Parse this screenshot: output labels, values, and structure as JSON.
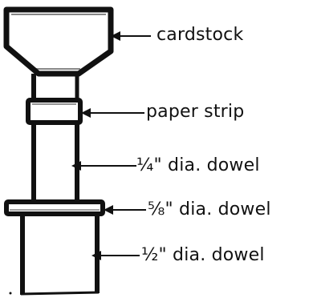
{
  "labels": {
    "cardstock": "cardstock",
    "paper_strip": "paper strip",
    "quarter_dowel": "¼\" dia. dowel",
    "five_eighths_dowel": "⅝\" dia. dowel",
    "half_dowel": "½\" dia. dowel"
  },
  "colors": {
    "ink": "#111111",
    "background": "#ffffff"
  }
}
